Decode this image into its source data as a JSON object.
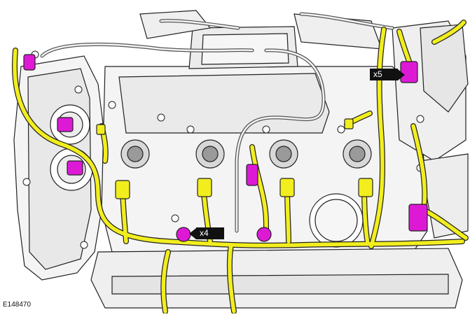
{
  "figure_id": "E148470",
  "callouts": [
    {
      "label": "x5"
    },
    {
      "label": "x4"
    }
  ],
  "colors": {
    "harness": "#f2ee1e",
    "connector_pink": "#dd19d6",
    "line": "#222222",
    "fill_light": "#f4f4f4",
    "fill_mid": "#e2e2e2"
  }
}
